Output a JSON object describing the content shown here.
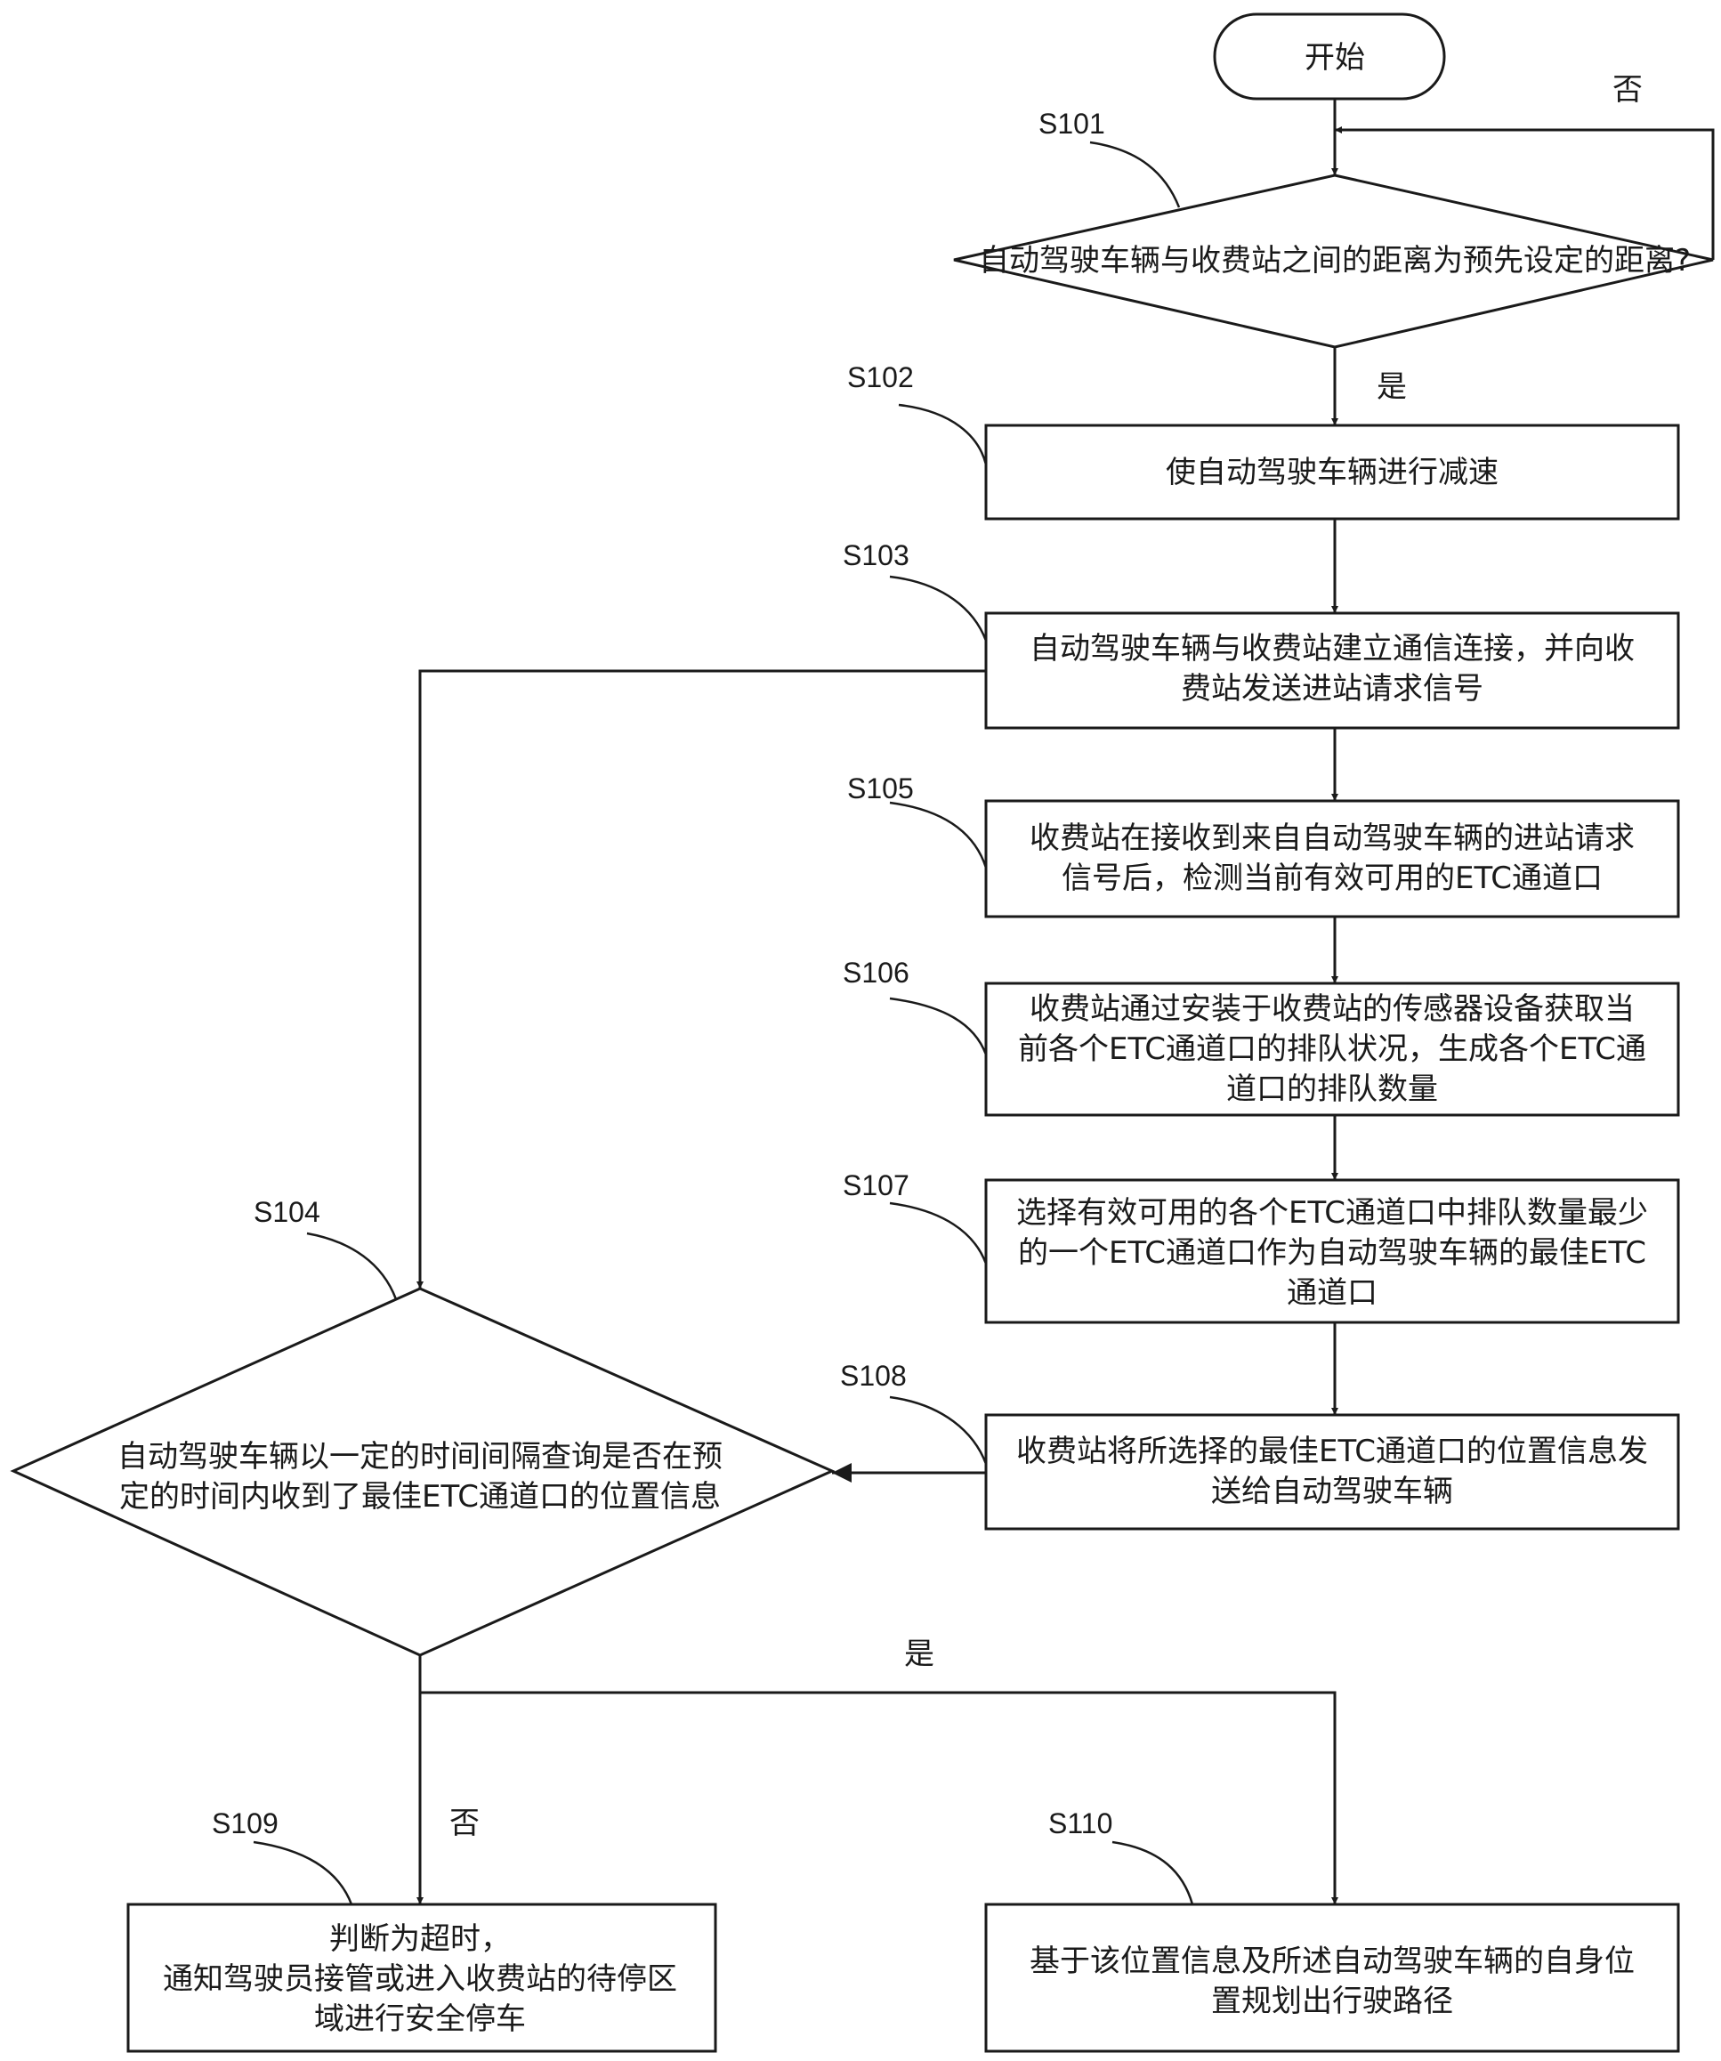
{
  "nodes": {
    "start": "开始",
    "s101": "自动驾驶车辆与收费站之间的距离为预先设定的距离?",
    "s102": "使自动驾驶车辆进行减速",
    "s103": [
      "自动驾驶车辆与收费站建立通信连接，并向收",
      "费站发送进站请求信号"
    ],
    "s105": [
      "收费站在接收到来自自动驾驶车辆的进站请求",
      "信号后，检测当前有效可用的ETC通道口"
    ],
    "s106": [
      "收费站通过安装于收费站的传感器设备获取当",
      "前各个ETC通道口的排队状况，生成各个ETC通",
      "道口的排队数量"
    ],
    "s107": [
      "选择有效可用的各个ETC通道口中排队数量最少",
      "的一个ETC通道口作为自动驾驶车辆的最佳ETC",
      "通道口"
    ],
    "s108": [
      "收费站将所选择的最佳ETC通道口的位置信息发",
      "送给自动驾驶车辆"
    ],
    "s104": [
      "自动驾驶车辆以一定的时间间隔查询是否在预",
      "定的时间内收到了最佳ETC通道口的位置信息"
    ],
    "s109": [
      "判断为超时，",
      "通知驾驶员接管或进入收费站的待停区",
      "域进行安全停车"
    ],
    "s110": [
      "基于该位置信息及所述自动驾驶车辆的自身位",
      "置规划出行驶路径"
    ]
  },
  "step_labels": {
    "s101": "S101",
    "s102": "S102",
    "s103": "S103",
    "s104": "S104",
    "s105": "S105",
    "s106": "S106",
    "s107": "S107",
    "s108": "S108",
    "s109": "S109",
    "s110": "S110"
  },
  "edge_labels": {
    "s101_no": "否",
    "s101_yes": "是",
    "s104_yes": "是",
    "s104_no": "否"
  }
}
